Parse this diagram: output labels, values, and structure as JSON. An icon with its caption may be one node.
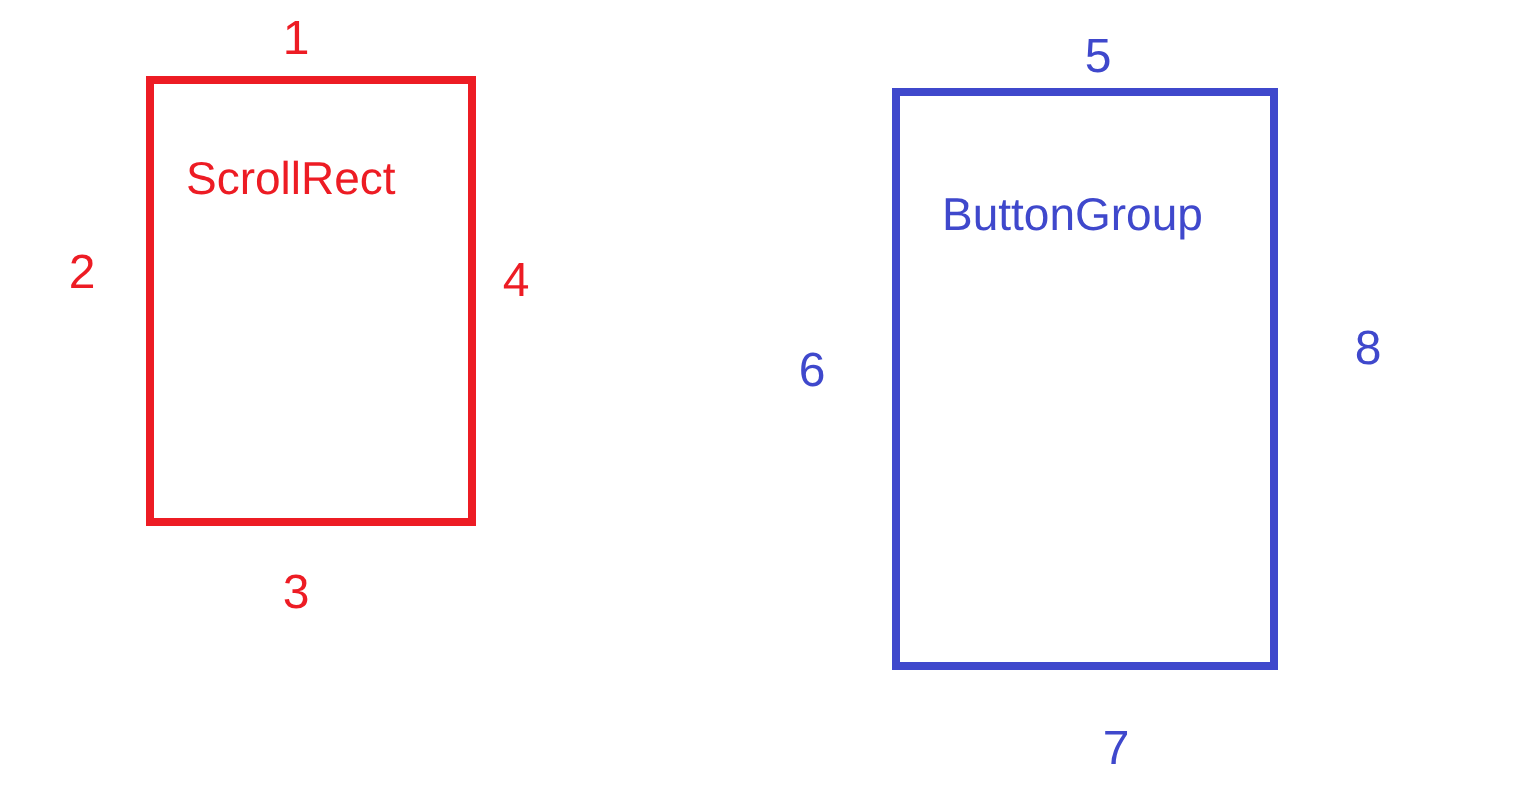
{
  "diagram": {
    "nodes": [
      {
        "text": [
          "ScrollRect"
        ],
        "beside": [
          "1",
          "2",
          "3",
          "4"
        ]
      },
      {
        "text": [
          "ButtonGroup"
        ],
        "beside": [
          "5",
          "6",
          "7",
          "8"
        ]
      }
    ]
  }
}
